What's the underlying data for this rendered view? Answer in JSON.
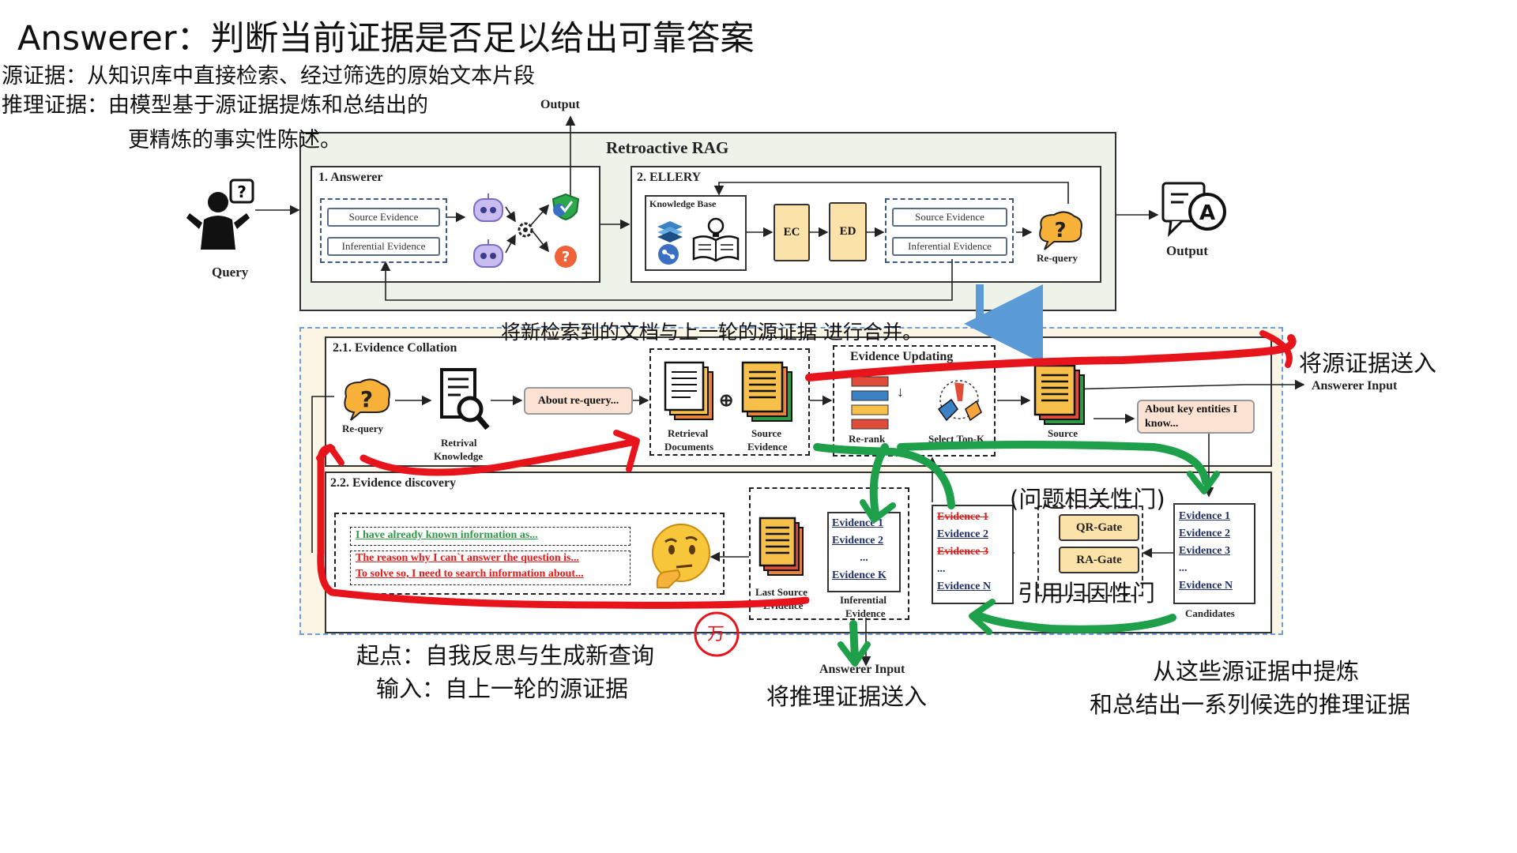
{
  "notes": {
    "heading": "Answerer：判断当前证据是否足以给出可靠答案",
    "source_evidence_def": "源证据：从知识库中直接检索、经过筛选的原始文本片段",
    "inferential_def_line1": "推理证据：由模型基于源证据提炼和总结出的",
    "inferential_def_line2": "更精炼的事实性陈述。",
    "merge_note": "将新检索到的文档与上一轮的源证据 进行合并。",
    "send_source": "将源证据送入",
    "relevance_gate": "(问题相关性门)",
    "attribution_gate": "引用归因性门",
    "start_line1": "起点：自我反思与生成新查询",
    "start_line2": "输入：自上一轮的源证据",
    "send_inferential": "将推理证据送入",
    "refine_line1": "从这些源证据中提炼",
    "refine_line2": "和总结出一系列候选的推理证据",
    "circled_mark": "万"
  },
  "diagram": {
    "top_output": "Output",
    "query_label": "Query",
    "retroactive_title": "Retroactive RAG",
    "answerer_title": "1. Answerer",
    "source_evidence": "Source Evidence",
    "inferential_evidence": "Inferential Evidence",
    "ellery_title": "2. ELLERY",
    "knowledge_base": "Knowledge Base",
    "ec": "EC",
    "ed": "ED",
    "requery": "Re-query",
    "right_output": "Output",
    "collation_title": "2.1. Evidence Collation",
    "requery2": "Re-query",
    "retrival_knowledge_1": "Retrival",
    "retrival_knowledge_2": "Knowledge",
    "about_requery": "About re-query...",
    "retrieval_documents_1": "Retrieval",
    "retrieval_documents_2": "Documents",
    "source_evidence_1": "Source",
    "source_evidence_2": "Evidence",
    "evidence_updating": "Evidence Updating",
    "rerank": "Re-rank",
    "select_topk": "Select Top-K",
    "source_right_1": "Source",
    "about_key": "About key entities I know...",
    "answerer_input_right": "Answerer Input",
    "discovery_title": "2.2. Evidence discovery",
    "thought_known": "I have already known information as...",
    "thought_reason": "The reason why I can`t answer the question is...",
    "thought_solve": "To solve so, I need to search information about...",
    "last_source_1": "Last Source",
    "last_source_2": "Evidence",
    "inferential_list": [
      "Evidence 1",
      "Evidence 2",
      "...",
      "Evidence K"
    ],
    "inferential_caption_1": "Inferential",
    "inferential_caption_2": "Evidence",
    "filtered_list": [
      "Evidence 1",
      "Evidence 2",
      "Evidence 3",
      "...",
      "Evidence N"
    ],
    "qr_gate": "QR-Gate",
    "ra_gate": "RA-Gate",
    "candidates_list": [
      "Evidence 1",
      "Evidence 2",
      "Evidence 3",
      "...",
      "Evidence N"
    ],
    "candidates_caption": "Candidates",
    "answerer_input_bottom": "Answerer Input"
  },
  "colors": {
    "retro_bg": "#eef3ea",
    "lower_bg": "#fbf5e6",
    "pill_border": "#5a6d86",
    "ec_fill": "#fbe2a8",
    "annotation_red": "#e8141b",
    "annotation_green": "#1ea04a",
    "arrow_blue": "#5b9bd5"
  }
}
